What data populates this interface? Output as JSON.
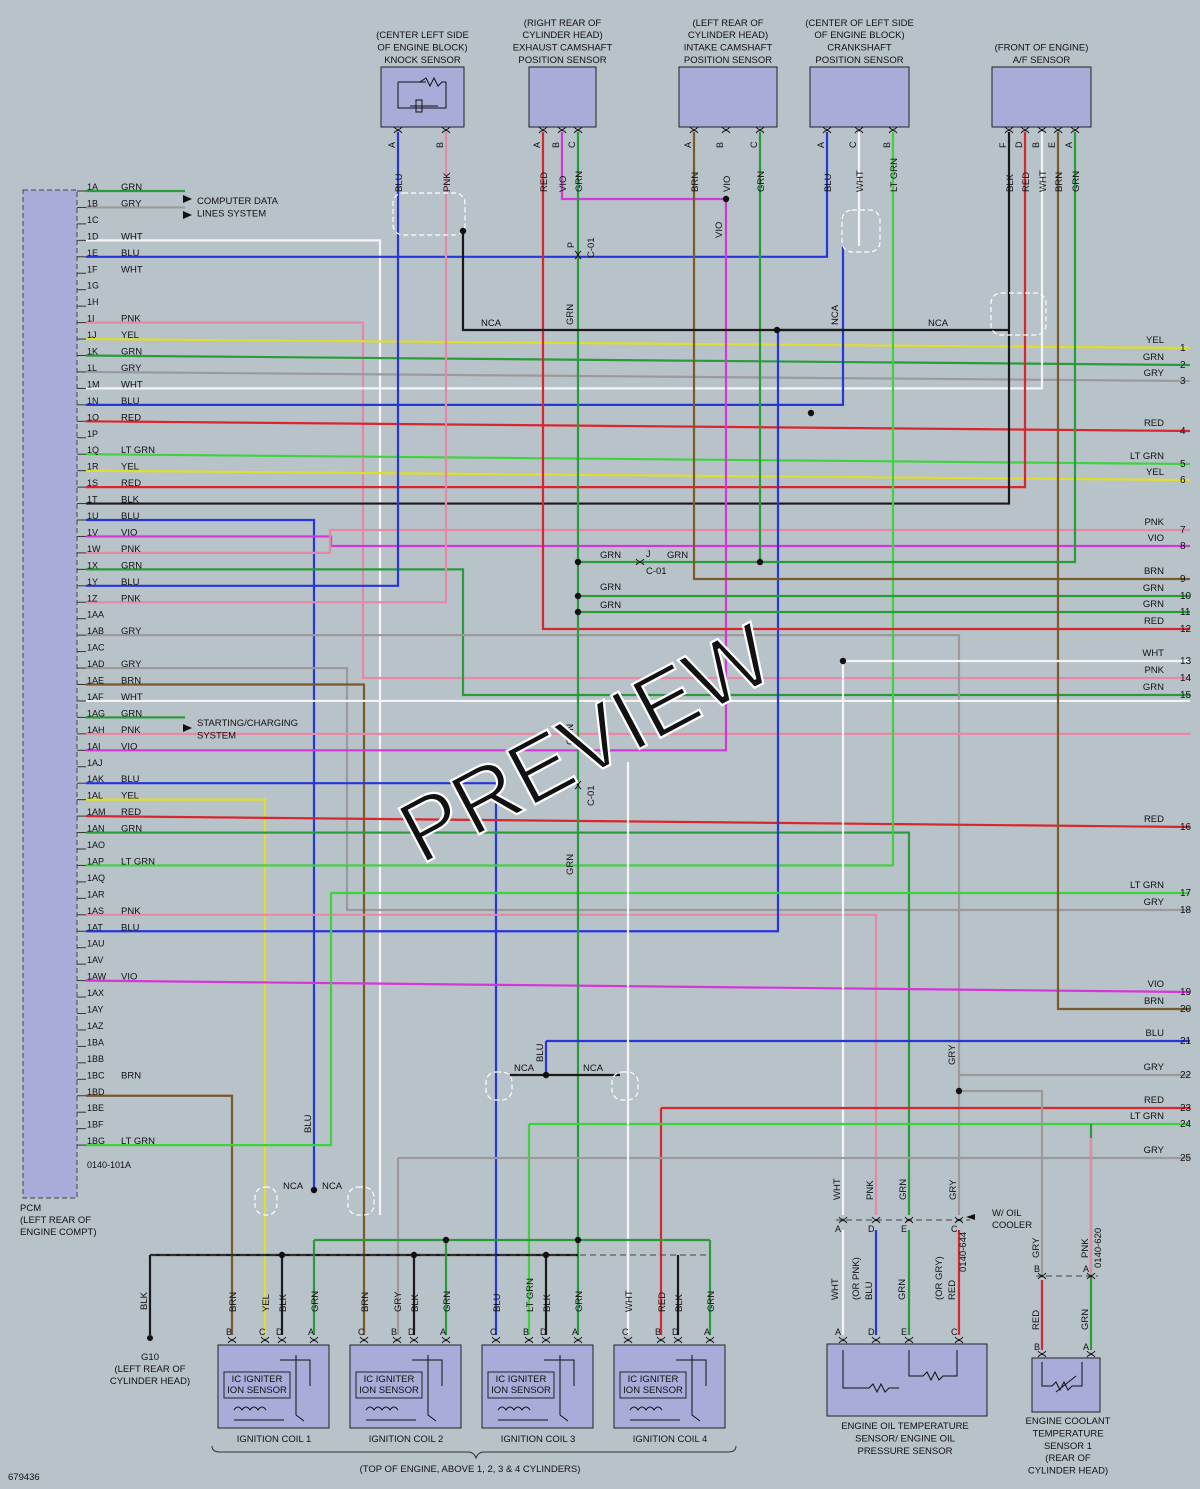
{
  "colors": {
    "GRN": "#2a9a3a",
    "GRY": "#9a9a9a",
    "WHT": "#f4f4f4",
    "BLU": "#2636d8",
    "PNK": "#e58aa6",
    "YEL": "#dede30",
    "RED": "#d8262e",
    "LTGRN": "#3ed33e",
    "BLK": "#1a1a1a",
    "VIO": "#d436d8",
    "BRN": "#7a5a2a",
    "background": "#b8c2c9",
    "component": "#a8acd8"
  },
  "diagram_id": "679436",
  "watermark": "PREVIEW",
  "pcm": {
    "title_lines": [
      "PCM",
      "(LEFT REAR OF",
      "ENGINE COMPT)"
    ],
    "connector": "0140-101A",
    "pins": [
      {
        "pin": "1A",
        "color": "GRN"
      },
      {
        "pin": "1B",
        "color": "GRY"
      },
      {
        "pin": "1C",
        "color": ""
      },
      {
        "pin": "1D",
        "color": "WHT"
      },
      {
        "pin": "1E",
        "color": "BLU"
      },
      {
        "pin": "1F",
        "color": "WHT"
      },
      {
        "pin": "1G",
        "color": ""
      },
      {
        "pin": "1H",
        "color": ""
      },
      {
        "pin": "1I",
        "color": "PNK"
      },
      {
        "pin": "1J",
        "color": "YEL"
      },
      {
        "pin": "1K",
        "color": "GRN"
      },
      {
        "pin": "1L",
        "color": "GRY"
      },
      {
        "pin": "1M",
        "color": "WHT"
      },
      {
        "pin": "1N",
        "color": "BLU"
      },
      {
        "pin": "1O",
        "color": "RED"
      },
      {
        "pin": "1P",
        "color": ""
      },
      {
        "pin": "1Q",
        "color": "LT GRN"
      },
      {
        "pin": "1R",
        "color": "YEL"
      },
      {
        "pin": "1S",
        "color": "RED"
      },
      {
        "pin": "1T",
        "color": "BLK"
      },
      {
        "pin": "1U",
        "color": "BLU"
      },
      {
        "pin": "1V",
        "color": "VIO"
      },
      {
        "pin": "1W",
        "color": "PNK"
      },
      {
        "pin": "1X",
        "color": "GRN"
      },
      {
        "pin": "1Y",
        "color": "BLU"
      },
      {
        "pin": "1Z",
        "color": "PNK"
      },
      {
        "pin": "1AA",
        "color": ""
      },
      {
        "pin": "1AB",
        "color": "GRY"
      },
      {
        "pin": "1AC",
        "color": ""
      },
      {
        "pin": "1AD",
        "color": "GRY"
      },
      {
        "pin": "1AE",
        "color": "BRN"
      },
      {
        "pin": "1AF",
        "color": "WHT"
      },
      {
        "pin": "1AG",
        "color": "GRN"
      },
      {
        "pin": "1AH",
        "color": "PNK"
      },
      {
        "pin": "1AI",
        "color": "VIO"
      },
      {
        "pin": "1AJ",
        "color": ""
      },
      {
        "pin": "1AK",
        "color": "BLU"
      },
      {
        "pin": "1AL",
        "color": "YEL"
      },
      {
        "pin": "1AM",
        "color": "RED"
      },
      {
        "pin": "1AN",
        "color": "GRN"
      },
      {
        "pin": "1AO",
        "color": ""
      },
      {
        "pin": "1AP",
        "color": "LT GRN"
      },
      {
        "pin": "1AQ",
        "color": ""
      },
      {
        "pin": "1AR",
        "color": ""
      },
      {
        "pin": "1AS",
        "color": "PNK"
      },
      {
        "pin": "1AT",
        "color": "BLU"
      },
      {
        "pin": "1AU",
        "color": ""
      },
      {
        "pin": "1AV",
        "color": ""
      },
      {
        "pin": "1AW",
        "color": "VIO"
      },
      {
        "pin": "1AX",
        "color": ""
      },
      {
        "pin": "1AY",
        "color": ""
      },
      {
        "pin": "1AZ",
        "color": ""
      },
      {
        "pin": "1BA",
        "color": ""
      },
      {
        "pin": "1BB",
        "color": ""
      },
      {
        "pin": "1BC",
        "color": "BRN"
      },
      {
        "pin": "1BD",
        "color": ""
      },
      {
        "pin": "1BE",
        "color": ""
      },
      {
        "pin": "1BF",
        "color": ""
      },
      {
        "pin": "1BG",
        "color": "LT GRN"
      }
    ]
  },
  "side_systems": [
    {
      "lines": [
        "COMPUTER DATA",
        "LINES SYSTEM"
      ]
    },
    {
      "lines": [
        "STARTING/CHARGING",
        "SYSTEM"
      ]
    }
  ],
  "top_sensors": [
    {
      "key": "knock",
      "lines": [
        "(CENTER LEFT SIDE",
        "OF ENGINE BLOCK)",
        "KNOCK SENSOR"
      ],
      "pins": [
        "A",
        "B"
      ],
      "wires": [
        "BLU",
        "PNK"
      ]
    },
    {
      "key": "exhaust_cam",
      "lines": [
        "(RIGHT REAR OF",
        "CYLINDER HEAD)",
        "EXHAUST CAMSHAFT",
        "POSITION SENSOR"
      ],
      "pins": [
        "A",
        "B",
        "C"
      ],
      "wires": [
        "RED",
        "VIO",
        "GRN"
      ]
    },
    {
      "key": "intake_cam",
      "lines": [
        "(LEFT REAR OF",
        "CYLINDER HEAD)",
        "INTAKE CAMSHAFT",
        "POSITION SENSOR"
      ],
      "pins": [
        "A",
        "B",
        "C"
      ],
      "wires": [
        "BRN",
        "VIO",
        "GRN"
      ]
    },
    {
      "key": "crank",
      "lines": [
        "(CENTER OF LEFT SIDE",
        "OF ENGINE BLOCK)",
        "CRANKSHAFT",
        "POSITION SENSOR"
      ],
      "pins": [
        "A",
        "C",
        "B"
      ],
      "wires": [
        "BLU",
        "WHT",
        "LT GRN"
      ]
    },
    {
      "key": "af",
      "lines": [
        "(FRONT OF ENGINE)",
        "A/F SENSOR"
      ],
      "pins": [
        "F",
        "D",
        "B",
        "E",
        "A"
      ],
      "wires": [
        "BLK",
        "RED",
        "WHT",
        "BRN",
        "GRN"
      ]
    }
  ],
  "right_outputs": [
    {
      "n": "1",
      "color": "YEL"
    },
    {
      "n": "2",
      "color": "GRN"
    },
    {
      "n": "3",
      "color": "GRY"
    },
    {
      "n": "4",
      "color": "RED"
    },
    {
      "n": "5",
      "color": "LT GRN"
    },
    {
      "n": "6",
      "color": "YEL"
    },
    {
      "n": "7",
      "color": "PNK"
    },
    {
      "n": "8",
      "color": "VIO"
    },
    {
      "n": "9",
      "color": "BRN"
    },
    {
      "n": "10",
      "color": "GRN"
    },
    {
      "n": "11",
      "color": "GRN"
    },
    {
      "n": "12",
      "color": "RED"
    },
    {
      "n": "13",
      "color": "WHT"
    },
    {
      "n": "14",
      "color": "PNK"
    },
    {
      "n": "15",
      "color": "GRN"
    },
    {
      "n": "16",
      "color": "RED"
    },
    {
      "n": "17",
      "color": "LT GRN"
    },
    {
      "n": "18",
      "color": "GRY"
    },
    {
      "n": "19",
      "color": "VIO"
    },
    {
      "n": "20",
      "color": "BRN"
    },
    {
      "n": "21",
      "color": "BLU"
    },
    {
      "n": "22",
      "color": "GRY"
    },
    {
      "n": "23",
      "color": "RED"
    },
    {
      "n": "24",
      "color": "LT GRN"
    },
    {
      "n": "25",
      "color": "GRY"
    }
  ],
  "connectors": {
    "c01": "C-01",
    "c01_pin_p": "P",
    "c01_pin_j": "J",
    "nca": "NCA",
    "oil_conn": "0140-644",
    "coolant_conn": "0140-620",
    "oil_cooler_lines": [
      "W/ OIL",
      "COOLER"
    ]
  },
  "wire_labels": {
    "grn": "GRN",
    "blu": "BLU",
    "gry": "GRY",
    "vio": "VIO",
    "nca": "NCA"
  },
  "ground": {
    "name": "G10",
    "lines": [
      "(LEFT REAR OF",
      "CYLINDER HEAD)"
    ],
    "wire": "BLK"
  },
  "ignition_coils": [
    {
      "name": "IGNITION COIL 1",
      "pins": [
        "B",
        "C",
        "D",
        "A"
      ],
      "wires": [
        "BRN",
        "YEL",
        "BLK",
        "GRN"
      ]
    },
    {
      "name": "IGNITION COIL 2",
      "pins": [
        "C",
        "B",
        "D",
        "A"
      ],
      "wires": [
        "BRN",
        "GRY",
        "BLK",
        "GRN"
      ]
    },
    {
      "name": "IGNITION COIL 3",
      "pins": [
        "C",
        "B",
        "D",
        "A"
      ],
      "wires": [
        "BLU",
        "LT GRN",
        "BLK",
        "GRN"
      ]
    },
    {
      "name": "IGNITION COIL 4",
      "pins": [
        "C",
        "B",
        "D",
        "A"
      ],
      "wires": [
        "WHT",
        "RED",
        "BLK",
        "GRN"
      ]
    }
  ],
  "igniter_lines": [
    "IC IGNITER",
    "ION SENSOR"
  ],
  "coils_caption": "(TOP OF ENGINE, ABOVE 1, 2, 3 & 4 CYLINDERS)",
  "oil_sensor": {
    "lines": [
      "ENGINE OIL TEMPERATURE",
      "SENSOR/ ENGINE OIL",
      "PRESSURE SENSOR"
    ],
    "pins": [
      "A",
      "D",
      "E",
      "C"
    ],
    "wires_top": [
      "WHT",
      "PNK",
      "GRN",
      "GRY"
    ],
    "wires_bottom": [
      "WHT",
      "(OR PNK)",
      "BLU",
      "GRN",
      "(OR GRY)",
      "RED"
    ]
  },
  "coolant_sensor": {
    "lines": [
      "ENGINE COOLANT",
      "TEMPERATURE",
      "SENSOR 1",
      "(REAR OF",
      "CYLINDER HEAD)"
    ],
    "pins": [
      "B",
      "A"
    ],
    "wires_top": [
      "GRY",
      "PNK"
    ],
    "wires_bottom": [
      "RED",
      "GRN"
    ]
  }
}
